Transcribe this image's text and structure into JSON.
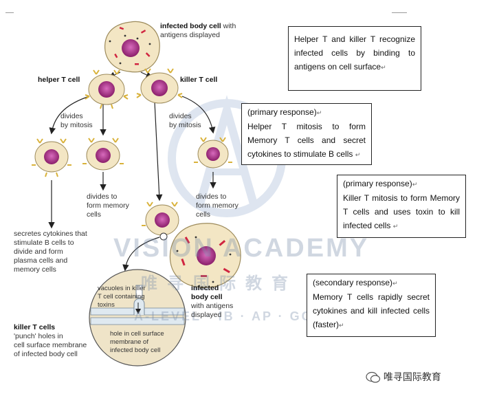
{
  "labels": {
    "infected_top_title": "infected body cell",
    "infected_top_suffix": " with",
    "infected_top_line2": "antigens displayed",
    "helper": "helper T cell",
    "killer": "killer T cell",
    "divides_left_1": "divides",
    "divides_left_2": "by mitosis",
    "divides_right_1": "divides",
    "divides_right_2": "by mitosis",
    "memory_left_1": "divides to",
    "memory_left_2": "form memory",
    "memory_left_3": "cells",
    "memory_right_1": "divides to",
    "memory_right_2": "form memory",
    "memory_right_3": "cells",
    "secretes_1": "secretes cytokines that",
    "secretes_2": "stimulate B cells to",
    "secretes_3": "divide and form",
    "secretes_4": "plasma cells and",
    "secretes_5": "memory cells",
    "killer_bottom_title": "killer T cells",
    "killer_bottom_2": "'punch' holes in",
    "killer_bottom_3": "cell surface membrane",
    "killer_bottom_4": "of infected body cell",
    "infected_bottom_1": "infected",
    "infected_bottom_2": "body cell",
    "infected_bottom_3": "with antigens",
    "infected_bottom_4": "displayed",
    "vacuoles_1": "vacuoles in killer",
    "vacuoles_2": "T cell containing",
    "vacuoles_3": "toxins",
    "hole_1": "hole in cell surface",
    "hole_2": "membrane of",
    "hole_3": "infected body cell"
  },
  "notes": {
    "box1": "Helper T and killer T recognize infected cells by binding to antigens on cell surface",
    "box2_head": "(primary response)",
    "box2_body": "Helper T mitosis to form Memory T cells and secret cytokines to stimulate B cells",
    "box3_head": "(primary response)",
    "box3_body": "Killer T mitosis to form Memory T cells and uses toxin to kill infected cells",
    "box4_head": "(secondary response)",
    "box4_body": "Memory T cells rapidly secret cytokines and kill infected cells (faster)"
  },
  "watermark": {
    "main": "VISION ACADEMY",
    "chinese": "唯寻国际教育",
    "sub": "A-LEVEL · IB · AP · GCSE"
  },
  "brand": "唯寻国际教育",
  "colors": {
    "cell_fill": "#f3e6c4",
    "cell_stroke": "#9c8a5a",
    "nucleus": "#a0307a",
    "receptor": "#d9b23a",
    "antigen": "#d02540"
  }
}
